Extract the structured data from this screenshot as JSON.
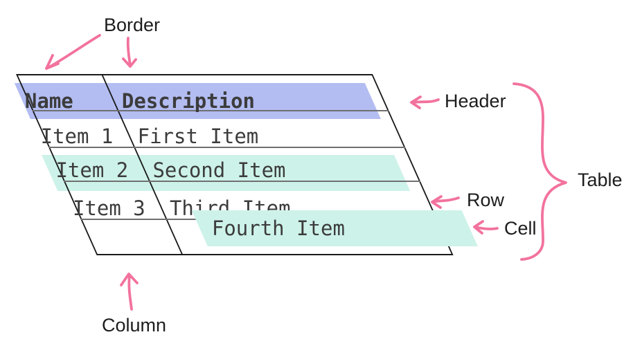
{
  "annotations": {
    "border": "Border",
    "header": "Header",
    "table": "Table",
    "row": "Row",
    "cell": "Cell",
    "column": "Column"
  },
  "table": {
    "headers": [
      "Name",
      "Description"
    ],
    "rows": [
      [
        "Item 1",
        "First Item"
      ],
      [
        "Item 2",
        "Second Item"
      ],
      [
        "Item 3",
        "Third Item"
      ],
      [
        "",
        "Fourth Item"
      ]
    ]
  },
  "colors": {
    "header_highlight": "#b3bdf2",
    "row_highlight": "#cdf2e9",
    "cell_highlight": "#cdf2e9",
    "annotation": "#f2729e",
    "border": "#1a1a1a",
    "grid_line": "#6f6f6f",
    "table_text": "#3c3c3c",
    "label_text": "#1d1d1d"
  }
}
